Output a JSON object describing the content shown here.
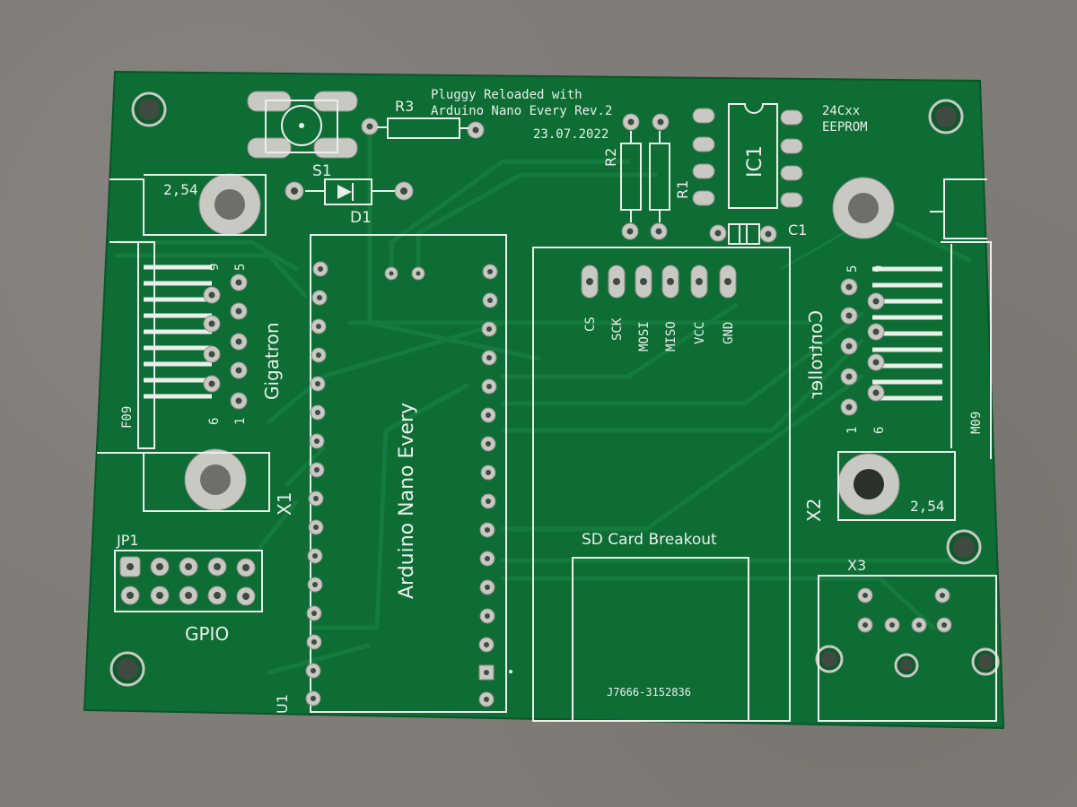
{
  "board": {
    "title_line1": "Pluggy Reloaded with",
    "title_line2": "Arduino Nano Every Rev.2",
    "date": "23.07.2022",
    "order_code": "J7666-3152836"
  },
  "labels": {
    "r3": "R3",
    "r2": "R2",
    "r1": "R1",
    "s1": "S1",
    "d1": "D1",
    "ic1": "IC1",
    "c1": "C1",
    "eeprom_line1": "24Cxx",
    "eeprom_line2": "EEPROM",
    "pitch_left": "2,54",
    "pitch_right": "2,54",
    "f09": "F09",
    "m09": "M09",
    "gigatron": "Gigatron",
    "controller_mirrored": "Controller",
    "x1": "X1",
    "x2": "X2",
    "x3": "X3",
    "jp1": "JP1",
    "gpio": "GPIO",
    "u1": "U1",
    "nano": "Arduino Nano Every",
    "sd_card": "SD Card Breakout",
    "pin9_left": "9",
    "pin5_left": "5",
    "pin6_left": "6",
    "pin1_left": "1",
    "pin5_right": "5",
    "pin9_right": "9",
    "pin1_right": "1",
    "pin6_right": "6"
  },
  "sd_pins": [
    "CS",
    "SCK",
    "MOSI",
    "MISO",
    "VCC",
    "GND"
  ],
  "colors": {
    "pcb": "#0d6d34",
    "silkscreen": "#e9efe9",
    "pad": "#c9c9c4",
    "background": "#807c78"
  }
}
